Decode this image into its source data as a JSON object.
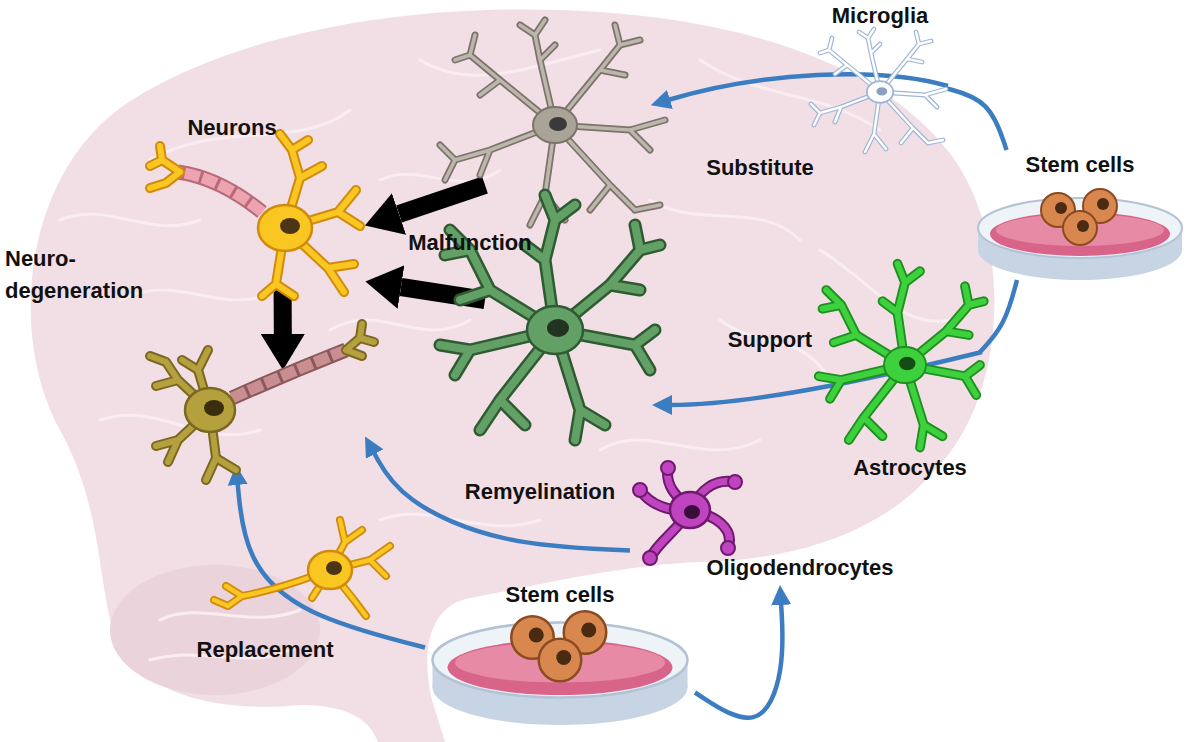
{
  "diagram": {
    "nodes": [
      {
        "text": [
          "Microglia"
        ]
      },
      {
        "text": [
          "Neurons"
        ]
      },
      {
        "text": [
          "Stem cells"
        ]
      },
      {
        "text": [
          "Neuro- degeneration"
        ]
      },
      {
        "text": [
          "Astrocytes"
        ]
      },
      {
        "text": [
          "Oligodendrocytes"
        ]
      },
      {
        "text": [
          "Stem cells"
        ]
      }
    ],
    "edges": [
      {
        "from": 1,
        "to": 3,
        "arrow": "to"
      },
      {
        "from": 2,
        "to": 0,
        "arrow": "none"
      },
      {
        "from": 2,
        "to": 4,
        "arrow": "none"
      },
      {
        "from": 6,
        "to": 5,
        "arrow": "to"
      },
      {
        "from": 5,
        "to": 3,
        "label": "Remyelination",
        "arrow": "to"
      },
      {
        "from": 6,
        "to": 3,
        "label": "Replacement",
        "arrow": "to"
      }
    ],
    "labels": [
      "Substitute",
      "Malfunction",
      "Support"
    ]
  }
}
